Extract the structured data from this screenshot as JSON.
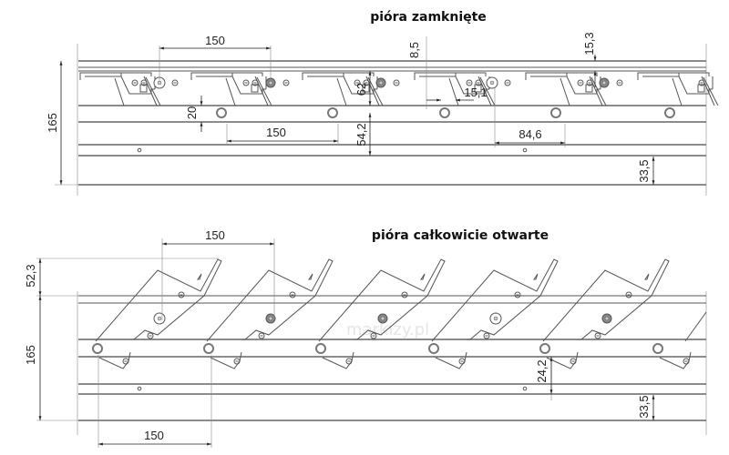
{
  "sections": {
    "closed": {
      "title": "pióra zamknięte",
      "dims": {
        "blade_pitch": "150",
        "pivot_pitch": "150",
        "gap_top": "8,5",
        "top_offset": "15,3",
        "height_62": "62",
        "offset_15_1": "15,1",
        "drop_20": "20",
        "height_54_2": "54,2",
        "offset_84_6": "84,6",
        "bottom_33_5": "33,5",
        "total_height": "165"
      }
    },
    "open": {
      "title": "pióra całkowicie otwarte",
      "dims": {
        "blade_pitch": "150",
        "overhang_52_3": "52,3",
        "total_height": "165",
        "offset_24_2": "24,2",
        "bottom_33_5": "33,5",
        "pivot_pitch": "150"
      }
    }
  },
  "watermark": "markizy.pl"
}
